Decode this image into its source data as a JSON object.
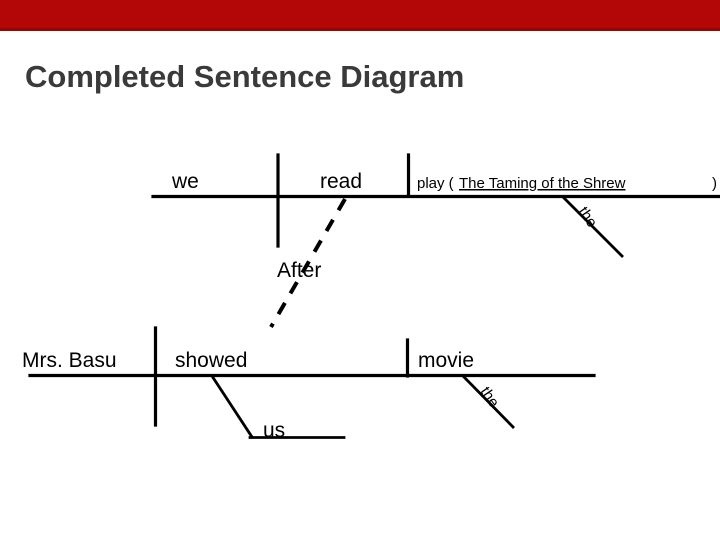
{
  "slide": {
    "title": "Completed Sentence Diagram",
    "banner_color": "#b30606",
    "title_color": "#3a3a3a",
    "background_color": "#ffffff",
    "line_color": "#000000"
  },
  "diagram": {
    "type": "reed-kellogg-sentence-diagram",
    "main_clause": {
      "subject": "we",
      "verb": "read",
      "direct_object": "play (The Taming of the Shrew)",
      "object_underlined_title": "The Taming of the Shrew",
      "object_modifier": "the"
    },
    "subordinate_clause": {
      "subordinating_conjunction": "After",
      "subject": "Mrs. Basu",
      "verb": "showed",
      "indirect_object": "us",
      "direct_object": "movie",
      "object_modifier": "the"
    }
  }
}
